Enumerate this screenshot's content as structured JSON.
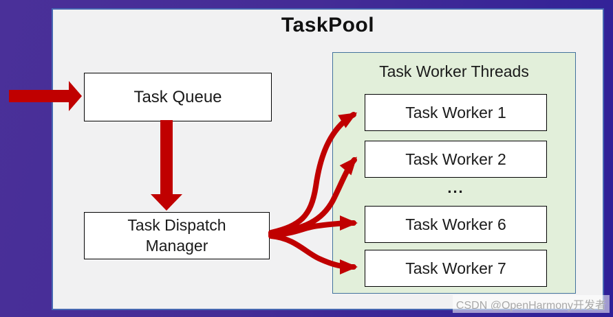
{
  "title": "TaskPool",
  "nodes": {
    "task_queue": "Task Queue",
    "dispatch_manager": "Task Dispatch Manager"
  },
  "worker_panel": {
    "title": "Task Worker Threads",
    "workers": [
      "Task Worker 1",
      "Task Worker 2",
      "Task Worker 6",
      "Task Worker 7"
    ],
    "ellipsis": "..."
  },
  "watermark": "CSDN @OpenHarmony开发者",
  "colors": {
    "arrow": "#c00000",
    "panel_fill": "#e2efda",
    "panel_border": "#41719c",
    "canvas_bg": "#f1f1f2",
    "canvas_border": "#4668b2",
    "outer_bg_start": "#4a3099",
    "outer_bg_end": "#2e2098"
  }
}
